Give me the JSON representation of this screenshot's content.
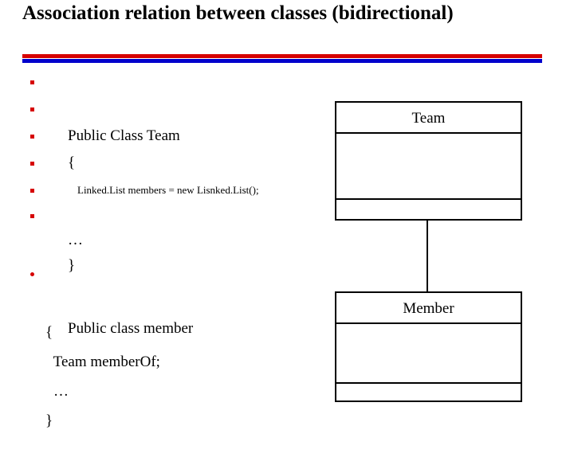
{
  "slide": {
    "title": "Association relation between classes (bidirectional)",
    "rule_colors": {
      "top": "#d60000",
      "bottom": "#0000cc"
    },
    "bullet_color": "#d60000"
  },
  "code_block_team": {
    "lines": [
      {
        "text": "Public Class Team",
        "bullet": true,
        "size": "normal"
      },
      {
        "text": "{",
        "bullet": true,
        "size": "normal"
      },
      {
        "text": "Linked.List members = new Lisnked.List();",
        "bullet": true,
        "size": "small"
      },
      {
        "text": "",
        "bullet": true,
        "size": "normal"
      },
      {
        "text": "…",
        "bullet": true,
        "size": "normal"
      },
      {
        "text": "}",
        "bullet": true,
        "size": "normal"
      }
    ]
  },
  "code_block_member": {
    "lines": [
      {
        "text": "Public class member",
        "bullet": true,
        "size": "normal"
      },
      {
        "text": "{",
        "bullet": false,
        "size": "normal"
      },
      {
        "text": "Team memberOf;",
        "bullet": false,
        "size": "normal"
      },
      {
        "text": "…",
        "bullet": false,
        "size": "normal"
      },
      {
        "text": "}",
        "bullet": false,
        "size": "normal"
      }
    ]
  },
  "diagram": {
    "classes": [
      {
        "name": "Team",
        "attributes": [],
        "operations": []
      },
      {
        "name": "Member",
        "attributes": [],
        "operations": []
      }
    ],
    "association": {
      "kind": "bidirectional",
      "from": "Team",
      "to": "Member"
    }
  }
}
